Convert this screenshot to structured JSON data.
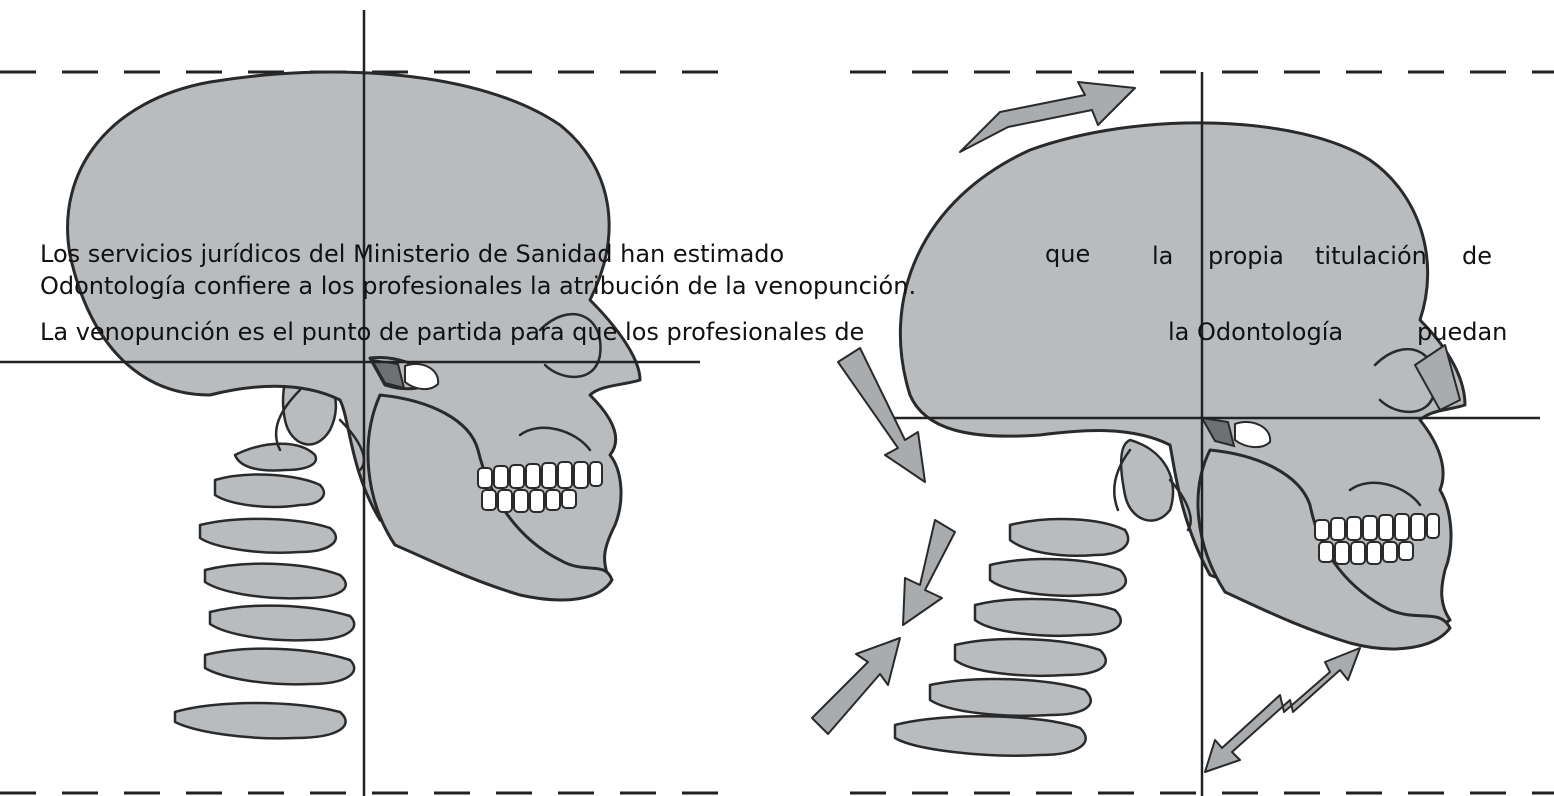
{
  "text": {
    "line1_part1": "Los servicios jurídicos del Ministerio de Sanidad han estimado",
    "line1_w1": "que",
    "line1_w2": "la",
    "line1_w3": "propia",
    "line1_w4": "titulación",
    "line1_w5": "de",
    "line2": "Odontología confiere a los profesionales la atribución de la venopunción.",
    "line3_part1": "La venopunción es el punto de partida para que los profesionales de",
    "line3_part2": "la Odontología",
    "line3_part3": "puedan"
  },
  "colors": {
    "bone": "#b9bcbf",
    "outline": "#2a2a2a",
    "arrow": "#a9acaf"
  }
}
